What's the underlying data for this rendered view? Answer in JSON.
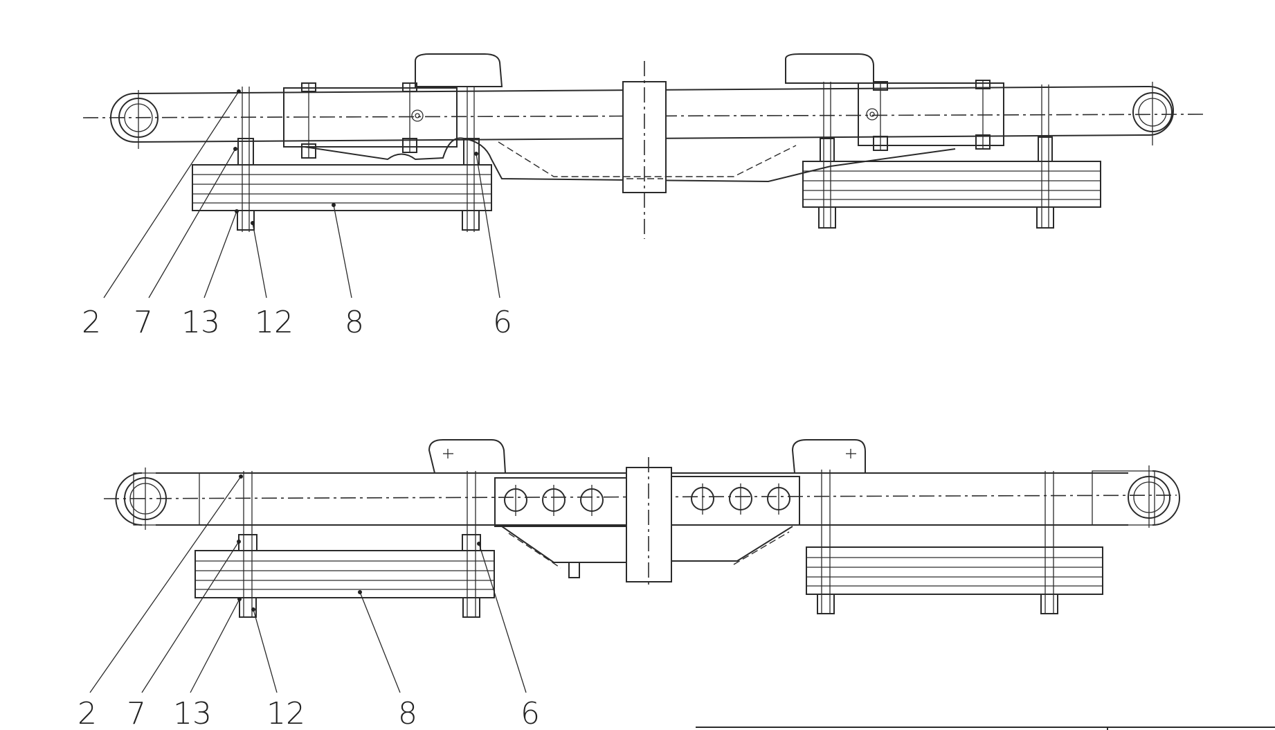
{
  "colors": {
    "line": "#2a2a2a",
    "background": "#ffffff"
  },
  "views": [
    {
      "name": "top-view",
      "callouts": [
        {
          "label": "2"
        },
        {
          "label": "7"
        },
        {
          "label": "13"
        },
        {
          "label": "12"
        },
        {
          "label": "8"
        },
        {
          "label": "6"
        }
      ]
    },
    {
      "name": "bottom-view",
      "callouts": [
        {
          "label": "2"
        },
        {
          "label": "7"
        },
        {
          "label": "13"
        },
        {
          "label": "12"
        },
        {
          "label": "8"
        },
        {
          "label": "6"
        }
      ]
    }
  ]
}
